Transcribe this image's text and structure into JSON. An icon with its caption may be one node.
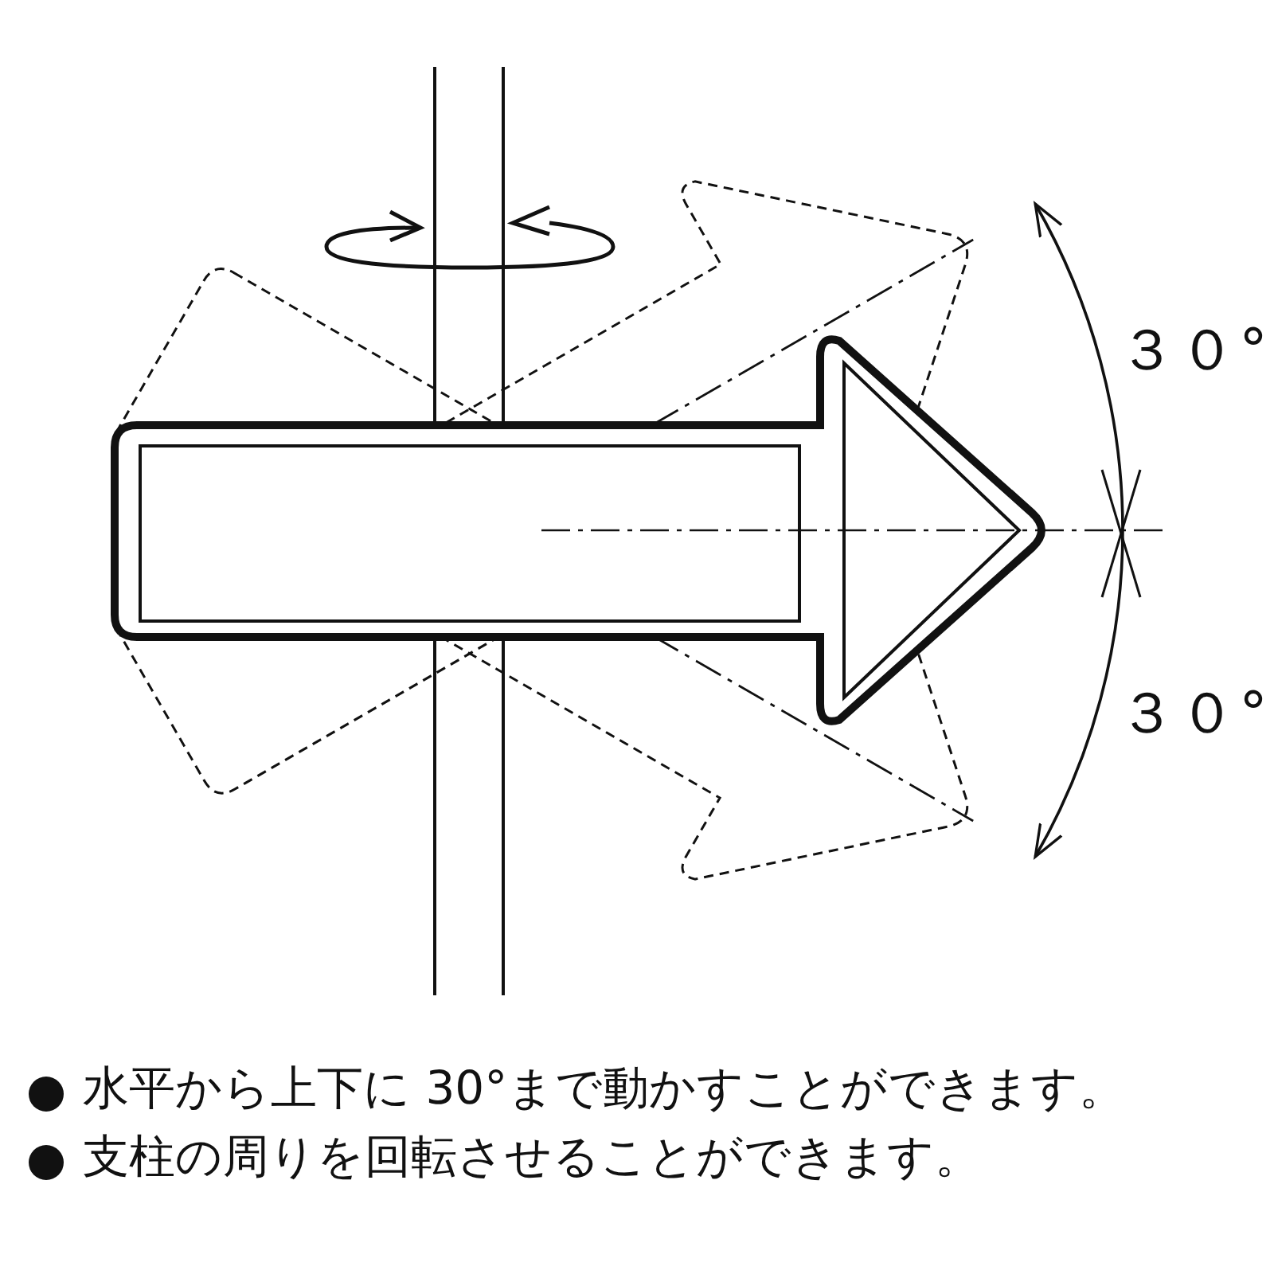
{
  "diagram": {
    "labels": [
      "３０°",
      "３０°",
      "水平から上下に 30°まで動かすことができます。",
      "支柱の周りを回転させることができます。"
    ]
  }
}
